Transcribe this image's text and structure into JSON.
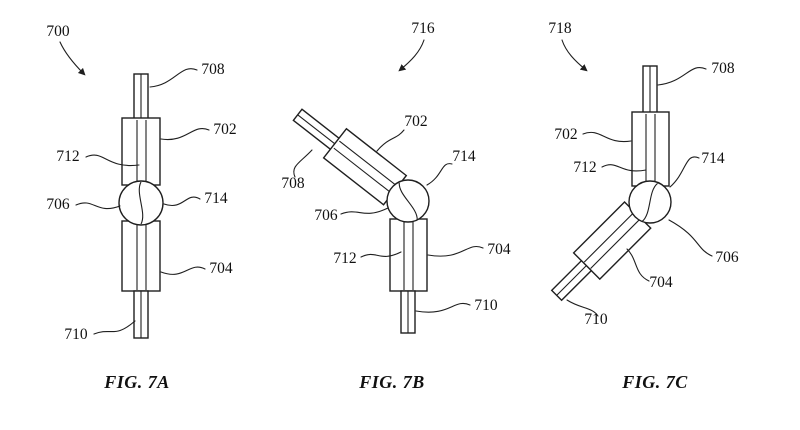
{
  "document": {
    "background": "#ffffff",
    "ink": "#1f1f1f"
  },
  "figures": {
    "fig7a": {
      "ref": "700",
      "caption": "FIG. 7A",
      "labels": {
        "top_rod": "708",
        "upper_housing": "702",
        "inner_rod": "712",
        "joint_left": "706",
        "joint_right": "714",
        "lower_housing": "704",
        "bottom_rod": "710"
      }
    },
    "fig7b": {
      "ref": "716",
      "caption": "FIG. 7B",
      "labels": {
        "upper_housing": "702",
        "joint": "714",
        "top_rod": "708",
        "joint_left": "706",
        "inner_rod": "712",
        "lower_housing": "704",
        "bottom_rod": "710"
      }
    },
    "fig7c": {
      "ref": "718",
      "caption": "FIG. 7C",
      "labels": {
        "top_rod": "708",
        "upper_housing": "702",
        "inner_rod": "712",
        "joint": "714",
        "joint_lower": "706",
        "lower_housing": "704",
        "bottom_rod": "710"
      }
    }
  }
}
